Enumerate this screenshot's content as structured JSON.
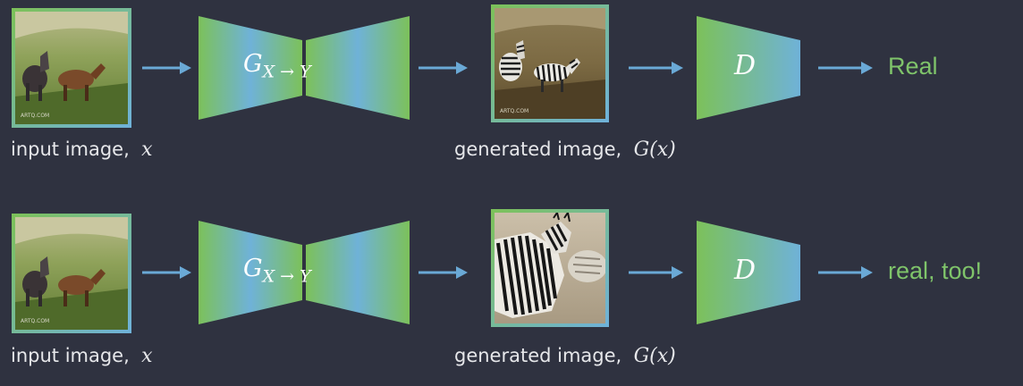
{
  "colors": {
    "background": "#2f3240",
    "arrow": "#6aa9d6",
    "accent_green": "#7fc46a",
    "accent_blue": "#6fb2d8"
  },
  "rows": [
    {
      "input_caption": "input image,",
      "input_var": "x",
      "generator_symbol": "G",
      "generator_sub": "X → Y",
      "generated_caption": "generated image,",
      "generated_var": "G(x)",
      "discriminator_label": "D",
      "result_label": "Real",
      "watermark": "ARTQ.COM"
    },
    {
      "input_caption": "input image,",
      "input_var": "x",
      "generator_symbol": "G",
      "generator_sub": "X → Y",
      "generated_caption": "generated image,",
      "generated_var": "G(x)",
      "discriminator_label": "D",
      "result_label": "real, too!",
      "watermark": "ARTQ.COM"
    }
  ]
}
